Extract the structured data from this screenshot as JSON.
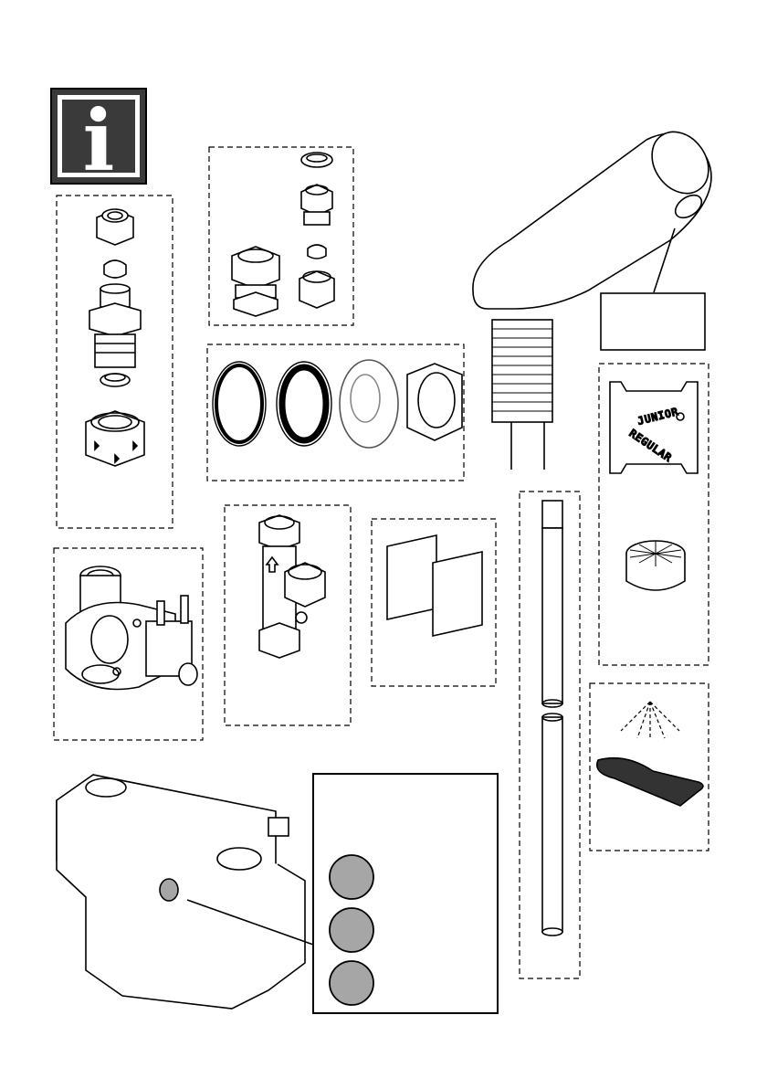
{
  "info_icon": {
    "glyph": "i",
    "background": "#3a3a3a",
    "foreground": "#ffffff"
  },
  "aerator_insert": {
    "top_label": "JUNIOR",
    "bottom_label": "REGULAR"
  },
  "status_indicator": {
    "colors": {
      "stroke": "#000000",
      "fill": "#a6a6a6"
    },
    "dots": [
      {
        "fill": "#a6a6a6"
      },
      {
        "fill": "#a6a6a6"
      },
      {
        "fill": "#a6a6a6"
      }
    ]
  },
  "line_color": "#000000"
}
